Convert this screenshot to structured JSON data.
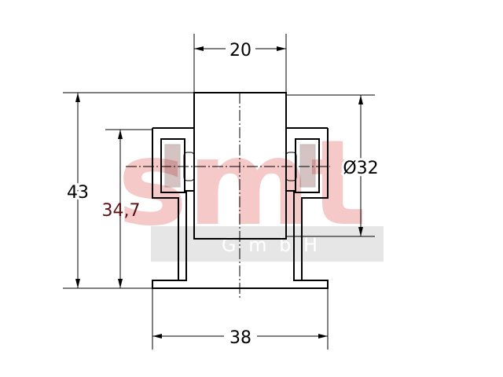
{
  "drawing": {
    "dimensions": {
      "top_width": "20",
      "total_height": "43",
      "inner_height": "34,7",
      "diameter": "Ø32",
      "base_width": "38"
    }
  },
  "watermark": {
    "logo_text": "smt",
    "subtext": "G m b H",
    "color": "#f6c9c9",
    "band_color": "#e6e6e6"
  }
}
